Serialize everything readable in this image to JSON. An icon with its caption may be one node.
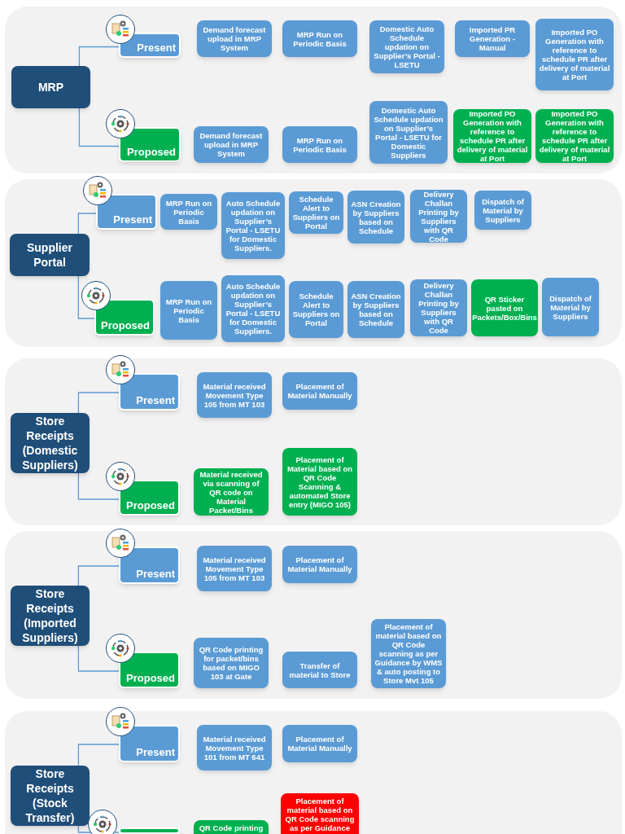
{
  "diagram": {
    "nodes": [
      {
        "text": [
          "MRP"
        ]
      },
      {
        "text": [
          "Present"
        ]
      },
      {
        "text": [
          "Proposed"
        ]
      },
      {
        "text": [
          "Demand forecast upload in MRP System"
        ]
      },
      {
        "text": [
          "MRP Run on Periodic Basis"
        ]
      },
      {
        "text": [
          "Domestic Auto Schedule updation on Supplier’s Portal - LSETU"
        ]
      },
      {
        "text": [
          "Imported PR Generation - Manual"
        ]
      },
      {
        "text": [
          "Imported PO Generation with reference to schedule PR after delivery of material at Port"
        ]
      },
      {
        "text": [
          "Demand forecast upload in MRP System"
        ]
      },
      {
        "text": [
          "MRP Run on Periodic Basis"
        ]
      },
      {
        "text": [
          "Domestic Auto Schedule updation on Supplier’s Portal - LSETU for Domestic Suppliers"
        ]
      },
      {
        "text": [
          "Imported PO Generation with reference to schedule PR after delivery of material at Port"
        ]
      },
      {
        "text": [
          "Imported PO Generation with reference to schedule PR after delivery of material at Port"
        ]
      },
      {
        "text": [
          "Supplier Portal"
        ]
      },
      {
        "text": [
          "Present"
        ]
      },
      {
        "text": [
          "Proposed"
        ]
      },
      {
        "text": [
          "MRP Run on Periodic Basis"
        ]
      },
      {
        "text": [
          "Auto Schedule updation on Supplier’s Portal - LSETU for Domestic Suppliers."
        ]
      },
      {
        "text": [
          "Schedule Alert to Suppliers on Portal"
        ]
      },
      {
        "text": [
          "ASN Creation by Suppliers based on Schedule"
        ]
      },
      {
        "text": [
          "Delivery Challan Printing by Suppliers with QR Code"
        ]
      },
      {
        "text": [
          "Dispatch of Material by Suppliers"
        ]
      },
      {
        "text": [
          "MRP Run on Periodic Basis"
        ]
      },
      {
        "text": [
          "Auto Schedule updation on Supplier’s Portal - LSETU for Domestic Suppliers."
        ]
      },
      {
        "text": [
          "Schedule Alert to Suppliers on Portal"
        ]
      },
      {
        "text": [
          "ASN Creation by Suppliers based on Schedule"
        ]
      },
      {
        "text": [
          "Delivery Challan Printing by Suppliers with QR Code"
        ]
      },
      {
        "text": [
          "QR Sticker pasted on Packets/Box/Bins"
        ]
      },
      {
        "text": [
          "Dispatch of Material by Suppliers"
        ]
      },
      {
        "text": [
          "Store Receipts (Domestic Suppliers)"
        ]
      },
      {
        "text": [
          "Present"
        ]
      },
      {
        "text": [
          "Proposed"
        ]
      },
      {
        "text": [
          "Material received Movement Type 105 from MT 103"
        ]
      },
      {
        "text": [
          "Placement of Material Manually"
        ]
      },
      {
        "text": [
          "Material received via scanning of QR code on Material Packet/Bins"
        ]
      },
      {
        "text": [
          "Placement of Material based on QR Code Scanning & automated Store entry (MIGO 105)"
        ]
      },
      {
        "text": [
          "Store Receipts (Imported Suppliers)"
        ]
      },
      {
        "text": [
          "Present"
        ]
      },
      {
        "text": [
          "Proposed"
        ]
      },
      {
        "text": [
          "Material received Movement Type 105 from MT 103"
        ]
      },
      {
        "text": [
          "Placement of Material Manually"
        ]
      },
      {
        "text": [
          "QR Code printing for packet/bins based on MIGO 103 at Gate"
        ]
      },
      {
        "text": [
          "Transfer of material to Store"
        ]
      },
      {
        "text": [
          "Placement of material based on QR Code scanning as per Guidance by WMS & auto posting to Store Mvt 105"
        ]
      },
      {
        "text": [
          "Store Receipts (Stock Transfer)"
        ]
      },
      {
        "text": [
          "Present"
        ]
      },
      {
        "text": [],
        "shape": "box"
      },
      {
        "text": [
          "Material received Movement Type 101 from MT 641"
        ]
      },
      {
        "text": [
          "Placement of Material Manually"
        ]
      },
      {
        "text": [
          "QR Code printing"
        ]
      },
      {
        "text": [
          "Placement of material based on QR Code scanning as per Guidance"
        ]
      }
    ],
    "edges": [
      {
        "from": 0,
        "to": 1,
        "arrow": "none"
      },
      {
        "from": 0,
        "to": 2,
        "arrow": "none"
      },
      {
        "from": 13,
        "to": 14,
        "arrow": "none"
      },
      {
        "from": 13,
        "to": 15,
        "arrow": "none"
      },
      {
        "from": 29,
        "to": 30,
        "arrow": "none"
      },
      {
        "from": 29,
        "to": 31,
        "arrow": "none"
      },
      {
        "from": 36,
        "to": 37,
        "arrow": "none"
      },
      {
        "from": 36,
        "to": 38,
        "arrow": "none"
      },
      {
        "from": 44,
        "to": 45,
        "arrow": "none"
      },
      {
        "from": 44,
        "to": 46,
        "arrow": "none"
      }
    ]
  }
}
